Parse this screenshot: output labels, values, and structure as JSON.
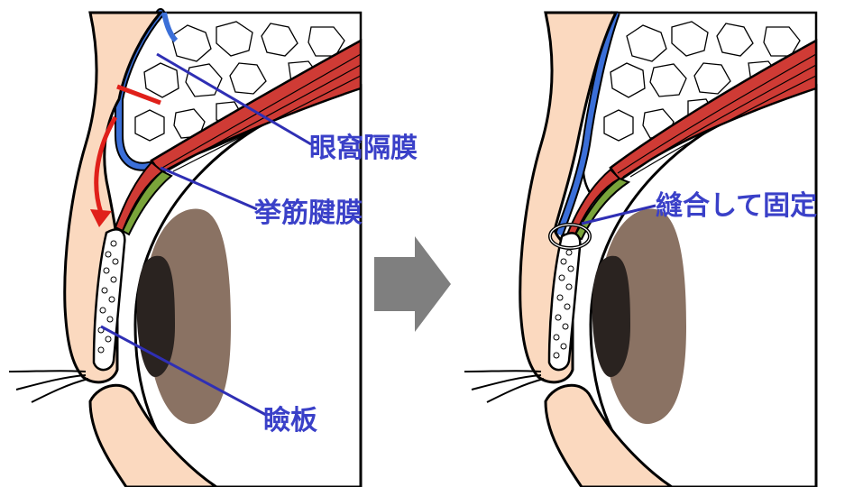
{
  "labels": {
    "orbital_septum": "眼窩隔膜",
    "levator_aponeurosis": "挙筋腱膜",
    "tarsus": "瞼板",
    "suture_fixation": "縫合して固定"
  },
  "colors": {
    "skin": "#fbd9bf",
    "outline": "#000000",
    "septum_blue": "#3b6fd8",
    "muscle_red": "#cf3b35",
    "tendon_green": "#7aa43a",
    "iris_brown": "#8a7263",
    "pupil": "#2a2320",
    "leader_line": "#2f2fb4",
    "label_text": "#3a40c8",
    "red_arrow": "#e0201a",
    "big_arrow": "#7f7f7f"
  }
}
